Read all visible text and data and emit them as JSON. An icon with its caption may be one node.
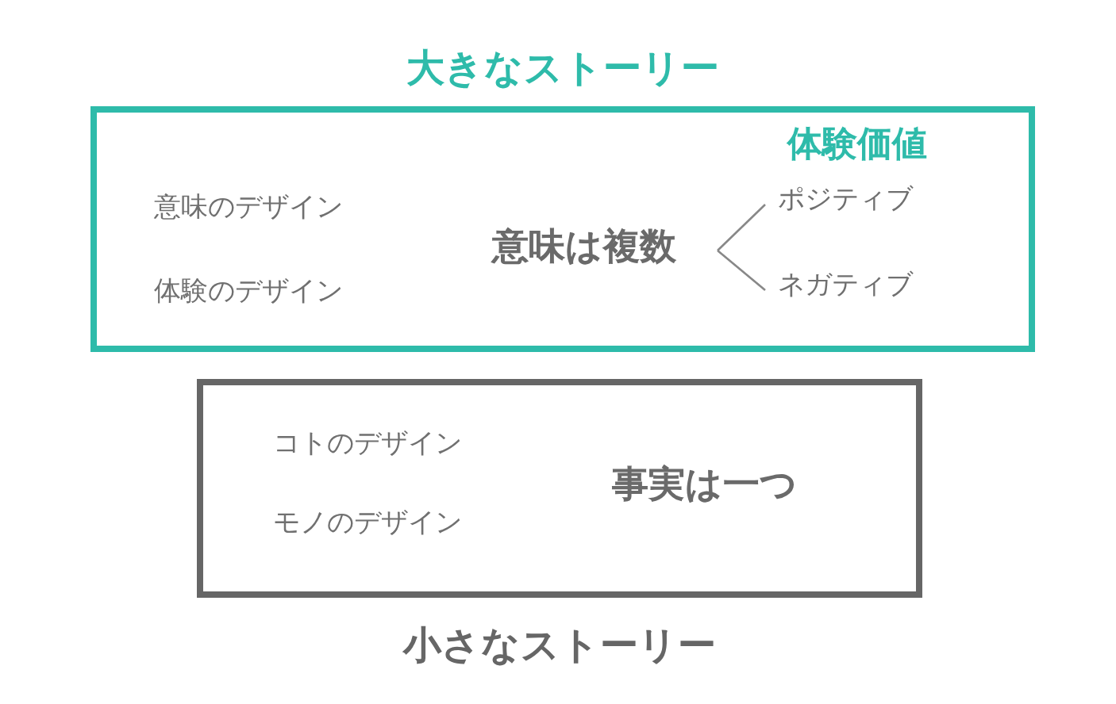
{
  "diagram": {
    "nodes": [
      {
        "text": [
          "大きなストーリー",
          "体験価値",
          "意味のデザイン",
          "体験のデザイン"
        ]
      },
      {
        "text": [
          "意味は複数"
        ],
        "in": 0
      },
      {
        "text": [
          "ポジティブ"
        ],
        "in": 0
      },
      {
        "text": [
          "ネガティブ"
        ],
        "in": 0
      },
      {
        "text": [
          "コトのデザイン",
          "モノのデザイン",
          "小さなストーリー"
        ]
      },
      {
        "text": [
          "事実は一つ"
        ],
        "in": 4
      }
    ],
    "edges": [
      {
        "from": 1,
        "to": 2,
        "arrow": "none"
      },
      {
        "from": 1,
        "to": 3,
        "arrow": "none"
      }
    ]
  }
}
